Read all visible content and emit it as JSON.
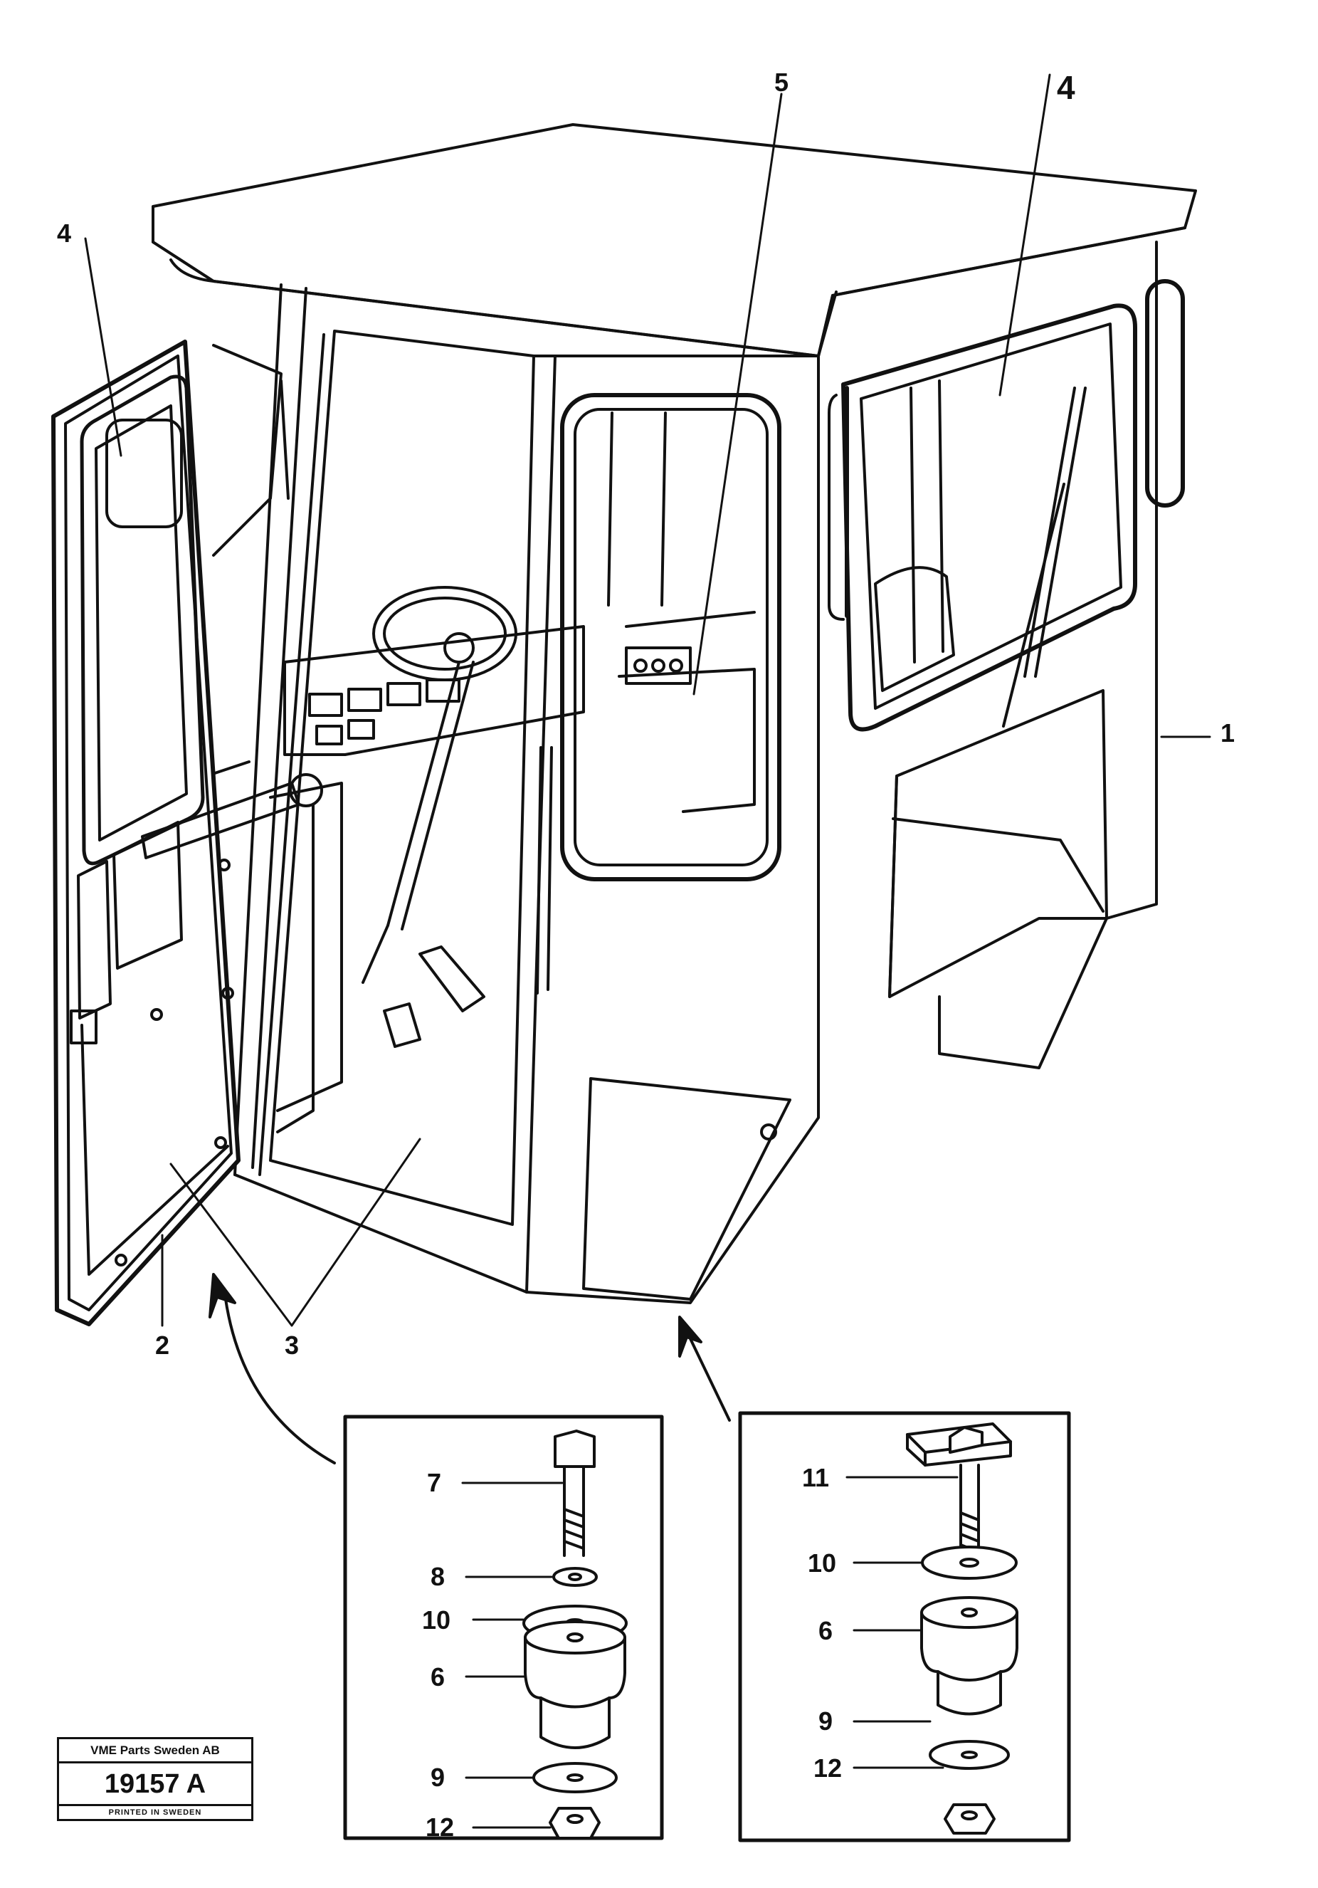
{
  "callouts": {
    "c1": "1",
    "c2": "2",
    "c3": "3",
    "c4_door": "4",
    "c4_right": "4",
    "c5": "5",
    "left_detail": {
      "c7": "7",
      "c8": "8",
      "c10": "10",
      "c6": "6",
      "c9": "9",
      "c12": "12"
    },
    "right_detail": {
      "c11": "11",
      "c10": "10",
      "c6": "6",
      "c9": "9",
      "c12": "12"
    }
  },
  "stamp": {
    "company": "VME Parts Sweden AB",
    "number": "19157 A",
    "footer": "PRINTED IN SWEDEN"
  }
}
